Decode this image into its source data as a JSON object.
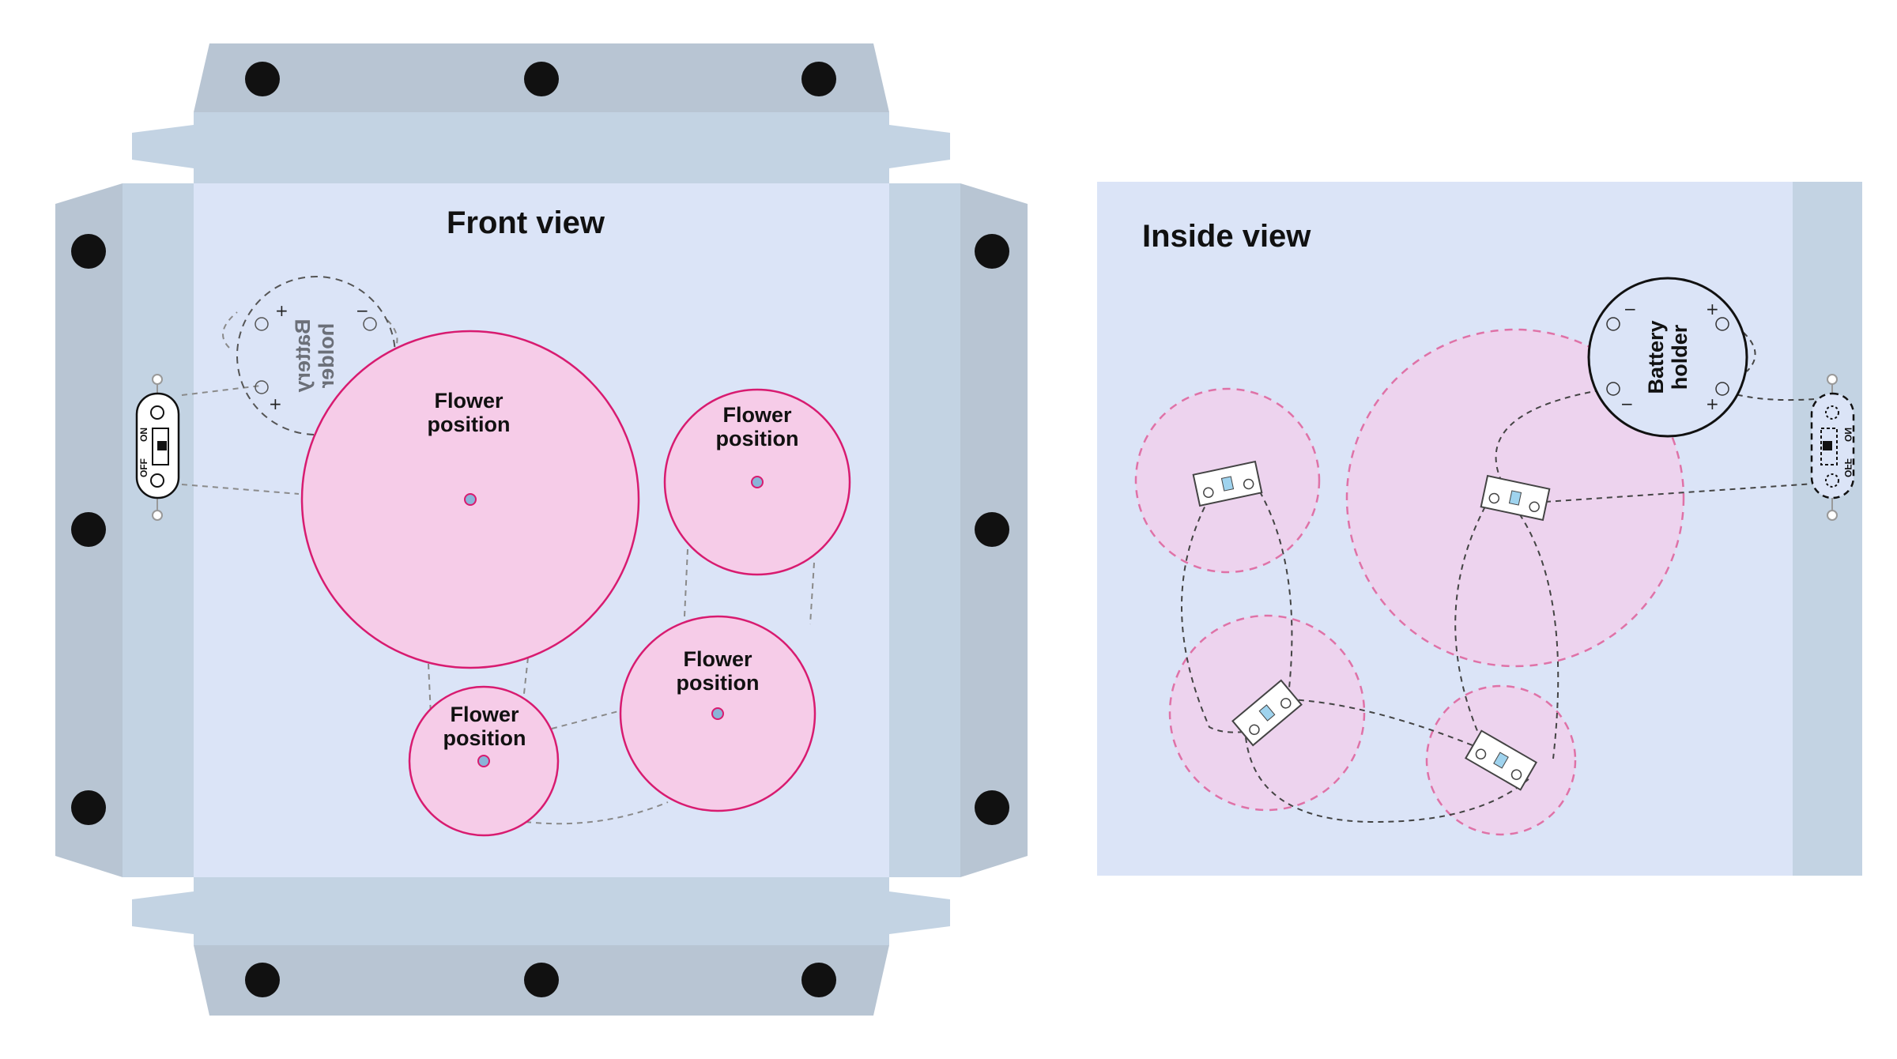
{
  "front_view": {
    "title": "Front view",
    "flower_label": [
      "Flower",
      "position"
    ],
    "battery_label_mirrored": [
      "Battery",
      "holder"
    ],
    "switch_on": "ON",
    "switch_off": "OFF",
    "plus": "+",
    "minus": "−"
  },
  "inside_view": {
    "title": "Inside view",
    "battery_label": [
      "Battery",
      "holder"
    ],
    "switch_on": "ON",
    "switch_off": "OFF",
    "plus": "+",
    "minus": "−"
  },
  "colors": {
    "panel_face": "#dbe4f7",
    "tab_light": "#c3d3e3",
    "tab_dark": "#b8c5d3",
    "flower_fill": "#f6cce8",
    "flower_stroke": "#d81b70",
    "mount_hole": "#111111"
  }
}
